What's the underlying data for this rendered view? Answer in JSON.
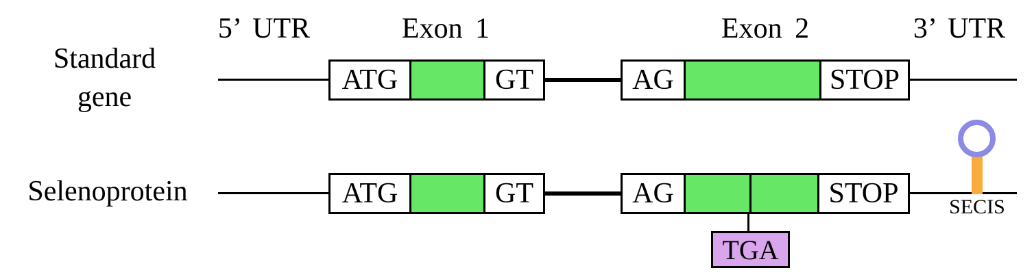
{
  "figure": {
    "track_labels": {
      "utr5": "5’ UTR",
      "exon1": "Exon 1",
      "exon2": "Exon 2",
      "utr3": "3’ UTR"
    },
    "standard_gene": {
      "label_line1": "Standard",
      "label_line2": "gene",
      "exon1": {
        "start": "ATG",
        "donor": "GT"
      },
      "exon2": {
        "acceptor": "AG",
        "stop": "STOP"
      }
    },
    "selenoprotein": {
      "label": "Selenoprotein",
      "exon1": {
        "start": "ATG",
        "donor": "GT"
      },
      "exon2": {
        "acceptor": "AG",
        "stop": "STOP"
      },
      "tga_label": "TGA",
      "secis_label": "SECIS"
    },
    "colors": {
      "coding_fill": "#66E866",
      "tga_fill": "#D9A5EC",
      "secis_stem": "#F9AC3B",
      "secis_loop": "#8B8BE6",
      "line": "#000000",
      "background": "#FFFFFF"
    }
  }
}
